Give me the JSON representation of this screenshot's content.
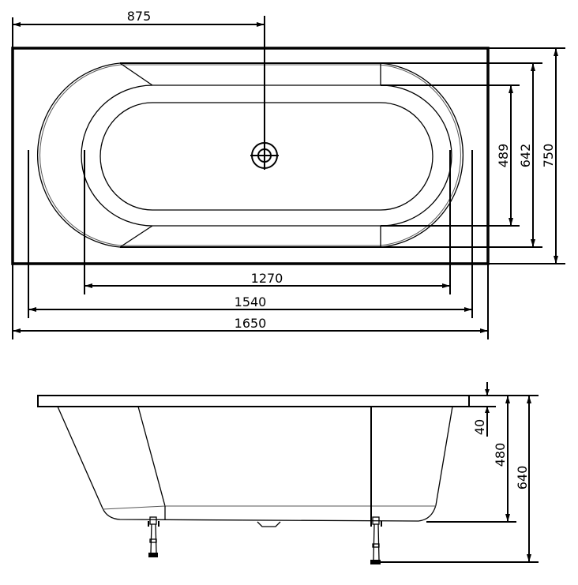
{
  "drawing": {
    "title": "Bathtub technical drawing",
    "units": "mm",
    "stroke_color": "#000000",
    "background": "#ffffff"
  },
  "top_view": {
    "dimensions": {
      "drain_offset": "875",
      "inner_bottom_length": "1270",
      "inner_length": "1540",
      "overall_length": "1650",
      "inner_bottom_width": "489",
      "inner_width": "642",
      "overall_width": "750"
    },
    "features": [
      "drain-outlet",
      "oval-inner-basin",
      "rim-outline"
    ]
  },
  "side_view": {
    "dimensions": {
      "rim_thickness": "40",
      "depth": "480",
      "total_height": "640"
    },
    "features": [
      "rim",
      "tub-body",
      "adjustable-legs",
      "drain-bump"
    ]
  }
}
